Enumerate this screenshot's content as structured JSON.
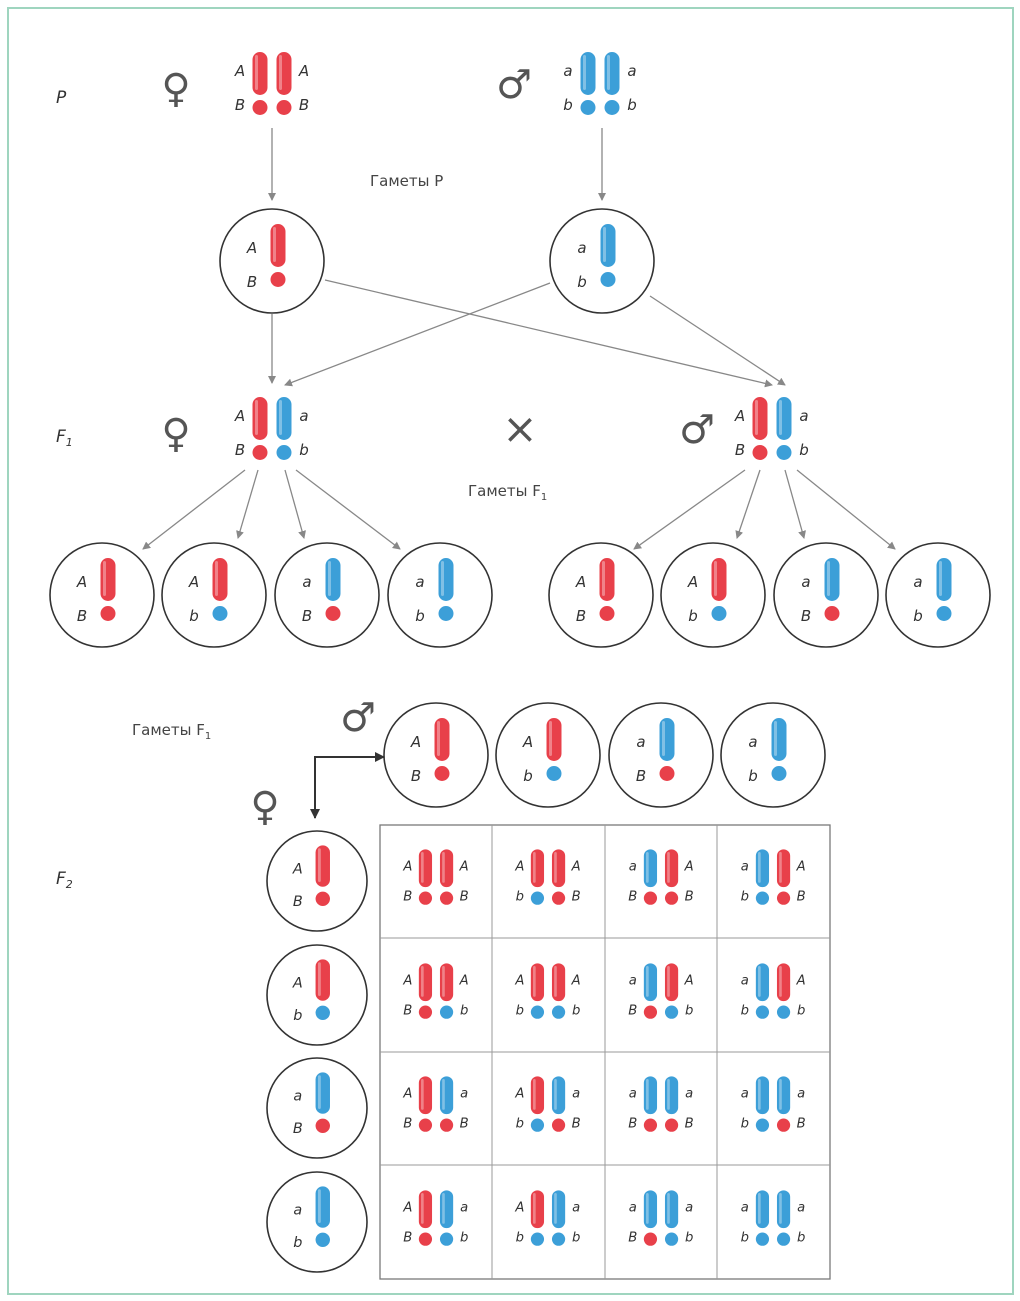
{
  "colors": {
    "dominant": "#e8404a",
    "recessive": "#3c9fd8",
    "frame": "#9fd5bf",
    "line": "#888888",
    "circle": "#333333"
  },
  "icons": {
    "female": "female-sign-icon",
    "male": "male-sign-icon",
    "cross": "cross-icon"
  },
  "generations": {
    "p": "P",
    "f1_letter": "F",
    "f1_sub": "1",
    "f2_letter": "F",
    "f2_sub": "2"
  },
  "symbols": {
    "female": "♀",
    "male": "♂",
    "cross": "×"
  },
  "captions": {
    "gametes_p": "Гаметы P",
    "gametes_f1_word": "Гаметы F",
    "gametes_f1_sub": "1"
  },
  "parents": {
    "female": [
      {
        "top": "A",
        "bottom": "B",
        "rod": "R",
        "dot": "R"
      },
      {
        "top": "A",
        "bottom": "B",
        "rod": "R",
        "dot": "R"
      }
    ],
    "male": [
      {
        "top": "a",
        "bottom": "b",
        "rod": "B",
        "dot": "B"
      },
      {
        "top": "a",
        "bottom": "b",
        "rod": "B",
        "dot": "B"
      }
    ]
  },
  "p_gametes": {
    "female": {
      "top": "A",
      "bottom": "B",
      "rod": "R",
      "dot": "R"
    },
    "male": {
      "top": "a",
      "bottom": "b",
      "rod": "B",
      "dot": "B"
    }
  },
  "f1": {
    "female": [
      {
        "top": "A",
        "bottom": "B",
        "rod": "R",
        "dot": "R"
      },
      {
        "top": "a",
        "bottom": "b",
        "rod": "B",
        "dot": "B"
      }
    ],
    "male": [
      {
        "top": "A",
        "bottom": "B",
        "rod": "R",
        "dot": "R"
      },
      {
        "top": "a",
        "bottom": "b",
        "rod": "B",
        "dot": "B"
      }
    ]
  },
  "f1_gametes": [
    {
      "top": "A",
      "bottom": "B",
      "rod": "R",
      "dot": "R"
    },
    {
      "top": "A",
      "bottom": "b",
      "rod": "R",
      "dot": "B"
    },
    {
      "top": "a",
      "bottom": "B",
      "rod": "B",
      "dot": "R"
    },
    {
      "top": "a",
      "bottom": "b",
      "rod": "B",
      "dot": "B"
    }
  ]
}
